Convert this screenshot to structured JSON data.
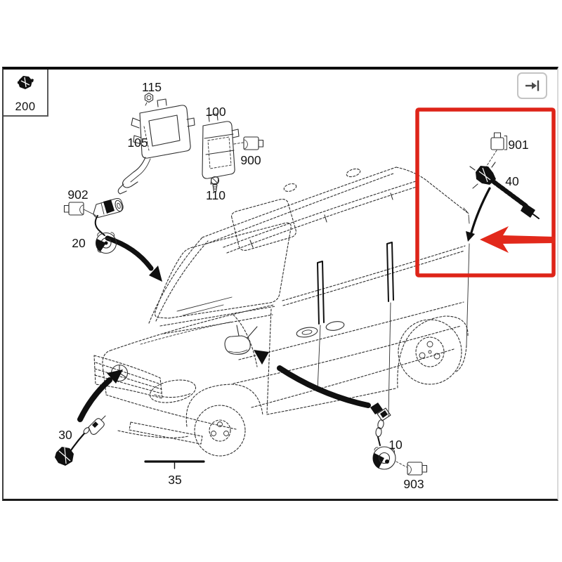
{
  "colors": {
    "accent_red": "#de2418",
    "line": "#2e2e2e",
    "arrow_black": "#101010",
    "frame_border": "#1b1b1b",
    "nav_border": "#c4c4c4"
  },
  "corner_box": {
    "label": "200",
    "icon": "sensor-part-thumbnail-icon"
  },
  "nav": {
    "button_icon": "arrow-to-bar-right-icon"
  },
  "highlight": {
    "shape": "rectangle",
    "color": "#de2418",
    "arrow": "red-arrow-pointing-left",
    "highlighted_parts": [
      "901",
      "40"
    ]
  },
  "parts": [
    {
      "id": "10",
      "label": "10",
      "type": "sensor"
    },
    {
      "id": "20",
      "label": "20",
      "type": "sensor"
    },
    {
      "id": "30",
      "label": "30",
      "type": "sensor-with-cable"
    },
    {
      "id": "35",
      "label": "35",
      "type": "trim-strip"
    },
    {
      "id": "40",
      "label": "40",
      "type": "sensor-with-cable"
    },
    {
      "id": "100",
      "label": "100",
      "type": "control-module"
    },
    {
      "id": "105",
      "label": "105",
      "type": "bracket"
    },
    {
      "id": "110",
      "label": "110",
      "type": "screw"
    },
    {
      "id": "115",
      "label": "115",
      "type": "nut"
    },
    {
      "id": "900",
      "label": "900",
      "type": "connector"
    },
    {
      "id": "901",
      "label": "901",
      "type": "connector"
    },
    {
      "id": "902",
      "label": "902",
      "type": "connector"
    },
    {
      "id": "903",
      "label": "903",
      "type": "connector"
    }
  ]
}
